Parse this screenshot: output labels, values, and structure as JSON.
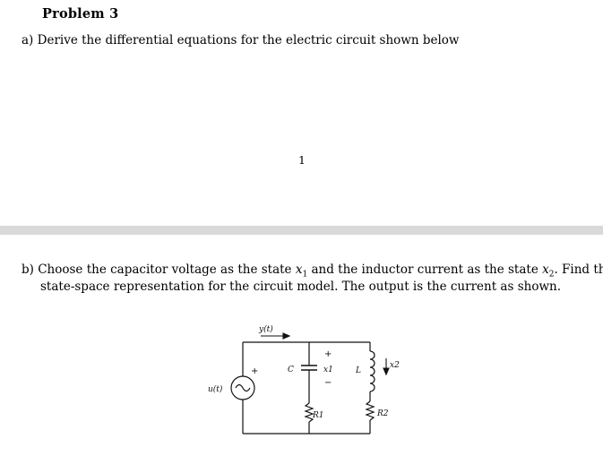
{
  "problem_title": "Problem 3",
  "part_a": {
    "label": "a)",
    "text": "Derive the differential equations for the electric circuit shown below"
  },
  "page_number": "1",
  "part_b": {
    "label": "b)",
    "line1_a": "Choose the capacitor voltage as the state ",
    "x1_var": "x",
    "x1_sub": "1",
    "line1_b": " and the inductor current as the state ",
    "x2_var": "x",
    "x2_sub": "2",
    "line1_c": ". Find the",
    "line2": "state-space representation for the circuit model. The output is the current as shown."
  },
  "circuit": {
    "output_label": "y(t)",
    "source_label": "u(t)",
    "capacitor_label": "C",
    "cap_state_label": "x1",
    "inductor_label": "L",
    "ind_state_label": "x2",
    "r1_label": "R1",
    "r2_label": "R2",
    "plus": "+",
    "minus": "−",
    "source_plus": "+"
  }
}
